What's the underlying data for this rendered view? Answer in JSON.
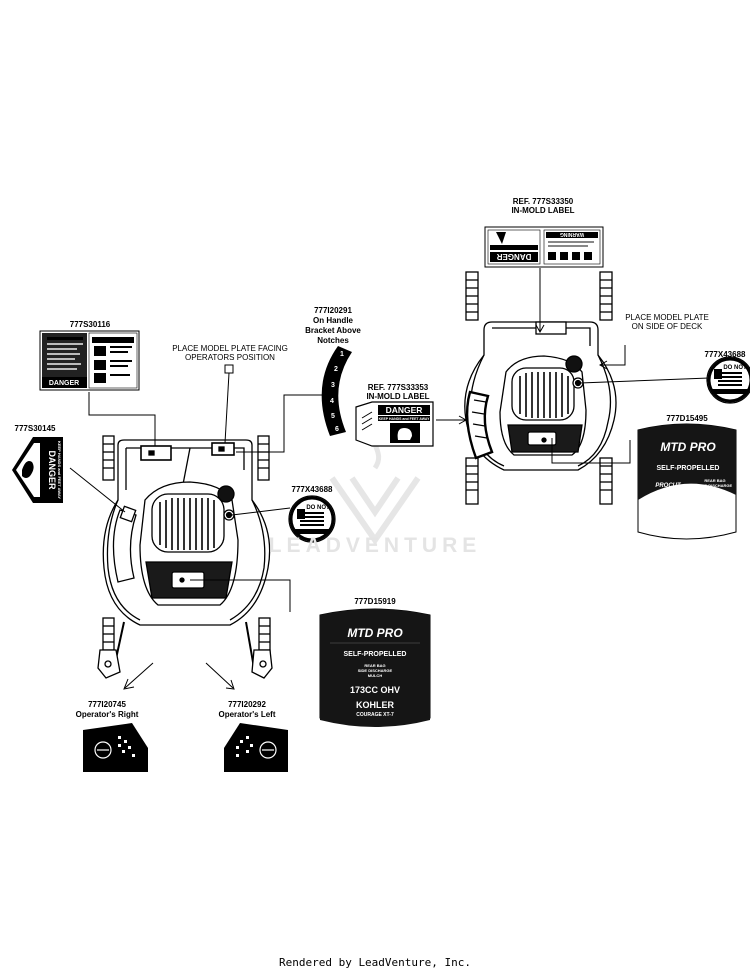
{
  "labels": {
    "left_warning_part": "777S30116",
    "left_danger_part": "777S30145",
    "model_plate_left_line1": "PLACE MODEL PLATE FACING",
    "model_plate_left_line2": "OPERATORS POSITION",
    "handle_decal_part": "777I20291",
    "handle_decal_line1": "On Handle",
    "handle_decal_line2": "Bracket Above",
    "handle_decal_line3": "Notches",
    "center_ref_part": "REF. 777S33353",
    "center_ref_desc": "IN-MOLD LABEL",
    "fuel_left_part": "777X43688",
    "left_hood_part": "777D15919",
    "right_op_part": "777I20745",
    "right_op_desc": "Operator's Right",
    "left_op_part": "777I20292",
    "left_op_desc": "Operator's Left",
    "top_ref_part": "REF. 777S33350",
    "top_ref_desc": "IN-MOLD LABEL",
    "model_plate_right_line1": "PLACE MODEL PLATE",
    "model_plate_right_line2": "ON SIDE OF DECK",
    "fuel_right_part": "777X43688",
    "right_hood_part": "777D15495"
  },
  "decals": {
    "danger": "DANGER",
    "warning": "WARNING",
    "keep_hands": "KEEP HANDS and FEET AWAY",
    "do_not": "DO NOT",
    "brand": "MTD PRO",
    "self_propelled": "SELF-PROPELLED",
    "rear_bag": "REAR BAG",
    "side_discharge": "SIDE DISCHARGE",
    "mulch": "MULCH",
    "engine_cc": "173CC OHV",
    "engine_brand": "KOHLER",
    "engine_model": "COURAGE XT-7",
    "procut": "PROCUT",
    "handle_scale": [
      "1",
      "2",
      "3",
      "4",
      "5",
      "6"
    ]
  },
  "watermark": "LEADVENTURE",
  "footer": "Rendered by LeadVenture, Inc."
}
